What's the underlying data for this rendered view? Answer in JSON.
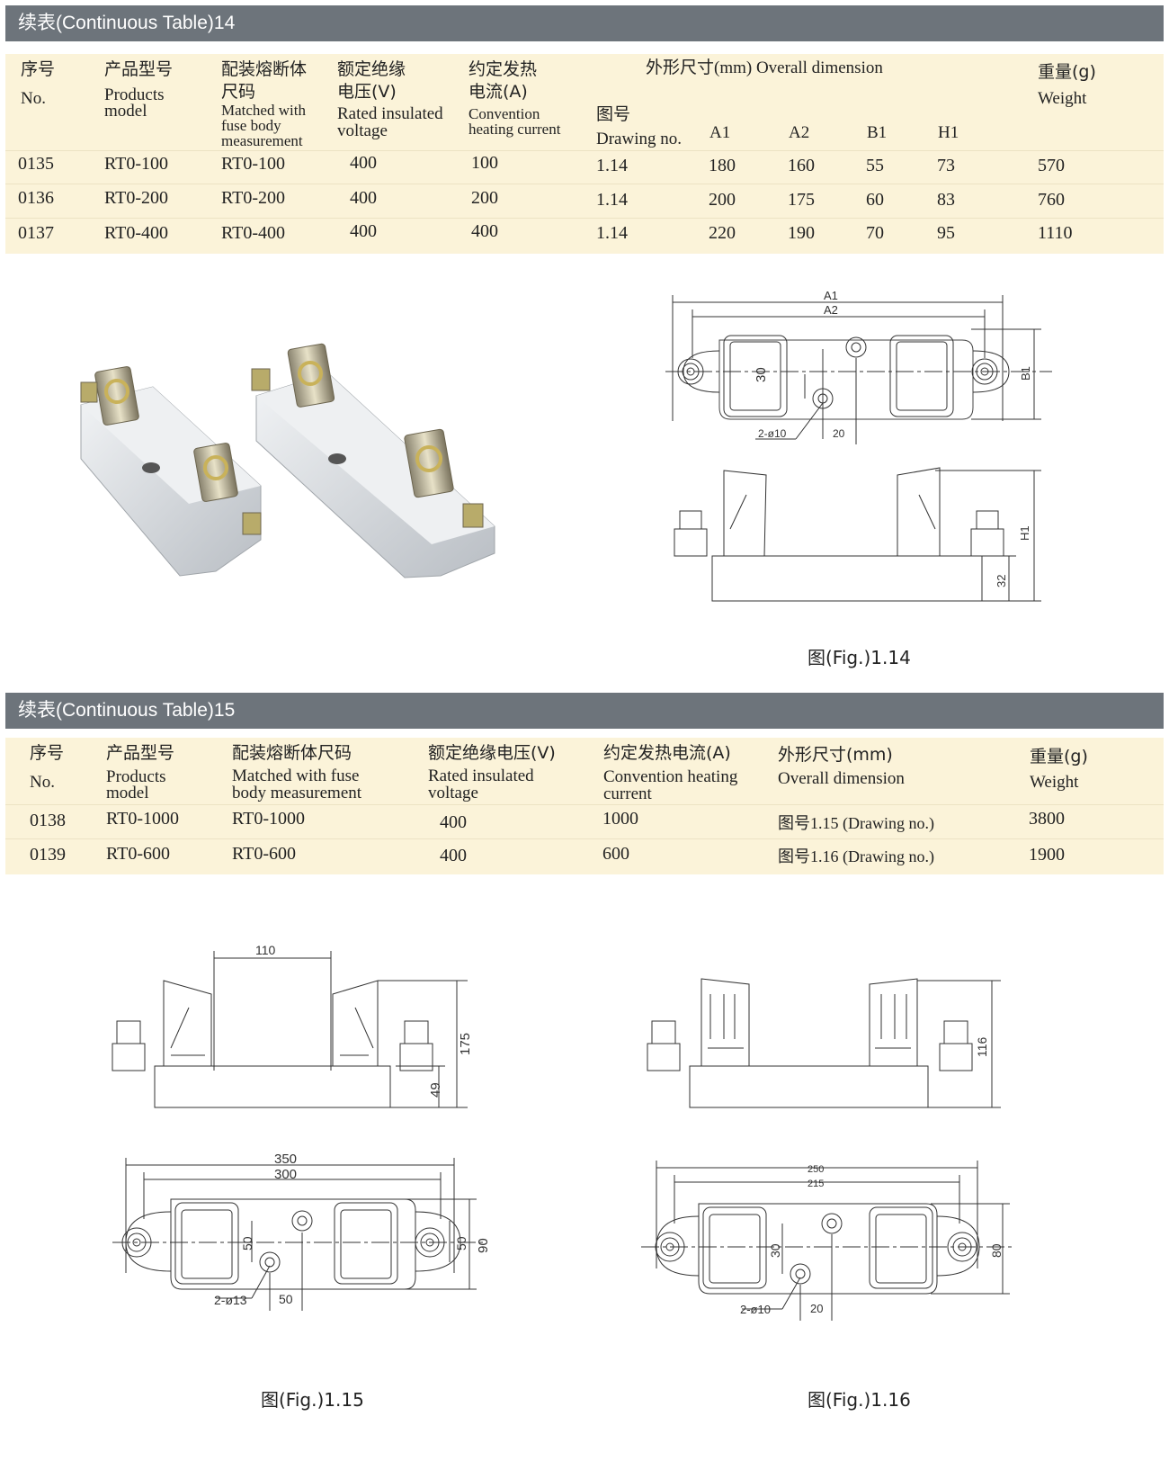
{
  "table14": {
    "title": "续表(Continuous Table)14",
    "headers": {
      "no_cn": "序号",
      "no_en": "No.",
      "model_cn": "产品型号",
      "model_en1": "Products",
      "model_en2": "model",
      "fuse_cn1": "配装熔断体",
      "fuse_cn2": "尺码",
      "fuse_en1": "Matched with",
      "fuse_en2": "fuse body",
      "fuse_en3": "measurement",
      "volt_cn1": "额定绝缘",
      "volt_cn2": "电压(V)",
      "volt_en1": "Rated insulated",
      "volt_en2": "voltage",
      "curr_cn1": "约定发热",
      "curr_cn2": "电流(A)",
      "curr_en1": "Convention",
      "curr_en2": "heating current",
      "dim_title": "外形尺寸(mm) Overall dimension",
      "drawing_cn": "图号",
      "drawing_en": "Drawing no.",
      "a1": "A1",
      "a2": "A2",
      "b1": "B1",
      "h1": "H1",
      "weight_cn": "重量(g)",
      "weight_en": "Weight"
    },
    "rows": [
      {
        "no": "0135",
        "model": "RT0-100",
        "fuse": "RT0-100",
        "voltage": "400",
        "current": "100",
        "drawing": "1.14",
        "a1": "180",
        "a2": "160",
        "b1": "55",
        "h1": "73",
        "weight": "570"
      },
      {
        "no": "0136",
        "model": "RT0-200",
        "fuse": "RT0-200",
        "voltage": "400",
        "current": "200",
        "drawing": "1.14",
        "a1": "200",
        "a2": "175",
        "b1": "60",
        "h1": "83",
        "weight": "760"
      },
      {
        "no": "0137",
        "model": "RT0-400",
        "fuse": "RT0-400",
        "voltage": "400",
        "current": "400",
        "drawing": "1.14",
        "a1": "220",
        "a2": "190",
        "b1": "70",
        "h1": "95",
        "weight": "1110"
      }
    ]
  },
  "table15": {
    "title": "续表(Continuous Table)15",
    "headers": {
      "no_cn": "序号",
      "no_en": "No.",
      "model_cn": "产品型号",
      "model_en1": "Products",
      "model_en2": "model",
      "fuse_cn": "配装熔断体尺码",
      "fuse_en1": "Matched with fuse",
      "fuse_en2": "body measurement",
      "volt_cn": "额定绝缘电压(V)",
      "volt_en1": "Rated insulated",
      "volt_en2": "voltage",
      "curr_cn": "约定发热电流(A)",
      "curr_en1": "Convention heating",
      "curr_en2": "current",
      "dim_cn": "外形尺寸(mm)",
      "dim_en": "Overall dimension",
      "weight_cn": "重量(g)",
      "weight_en": "Weight"
    },
    "rows": [
      {
        "no": "0138",
        "model": "RT0-1000",
        "fuse": "RT0-1000",
        "voltage": "400",
        "current": "1000",
        "drawing": "图号1.15   (Drawing no.)",
        "weight": "3800"
      },
      {
        "no": "0139",
        "model": "RT0-600",
        "fuse": "RT0-600",
        "voltage": "400",
        "current": "600",
        "drawing": "图号1.16   (Drawing no.)",
        "weight": "1900"
      }
    ]
  },
  "fig114": {
    "caption": "图(Fig.)1.14",
    "labels": {
      "a1": "A1",
      "a2": "A2",
      "b1": "B1",
      "h1": "H1",
      "d30": "30",
      "d20": "20",
      "d32": "32",
      "holes": "2-ø10"
    }
  },
  "fig115": {
    "caption": "图(Fig.)1.15",
    "labels": {
      "w110": "110",
      "h175": "175",
      "h49": "49",
      "w350": "350",
      "w300": "300",
      "h50a": "50",
      "h50b": "50",
      "h90": "90",
      "d50": "50",
      "holes": "2-ø13"
    }
  },
  "fig116": {
    "caption": "图(Fig.)1.16",
    "labels": {
      "h116": "116",
      "w250": "250",
      "w215": "215",
      "h30": "30",
      "h80": "80",
      "d20": "20",
      "holes": "2-ø10"
    }
  },
  "photo": {
    "icon": "fuse-base-photo-icon"
  }
}
